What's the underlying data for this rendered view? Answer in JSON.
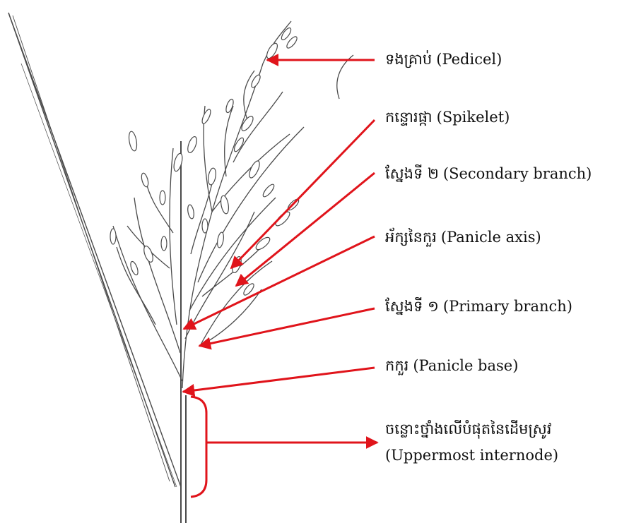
{
  "colors": {
    "arrow": "#e0141b",
    "plant": "#4a4a4a",
    "text": "#111111",
    "background": "#ffffff"
  },
  "labels": {
    "pedicel": {
      "km": "ទងគ្រាប់",
      "en": "(Pedicel)"
    },
    "spikelet": {
      "km": "កន្ទោរផ្កា",
      "en": "(Spikelet)"
    },
    "secondary_branch": {
      "km": "ស្នែងទី ២",
      "en": "(Secondary branch)"
    },
    "panicle_axis": {
      "km": "អ័ក្សនៃកួរ",
      "en": "(Panicle axis)"
    },
    "primary_branch": {
      "km": "ស្នែងទី ១",
      "en": "(Primary branch)"
    },
    "panicle_base": {
      "km": "កកួរ",
      "en": "(Panicle base)"
    },
    "uppermost_internode": {
      "km": "ចន្លោះថ្នាំងលើបំផុតនៃដើមស្រូវ",
      "en": "(Uppermost internode)"
    }
  }
}
